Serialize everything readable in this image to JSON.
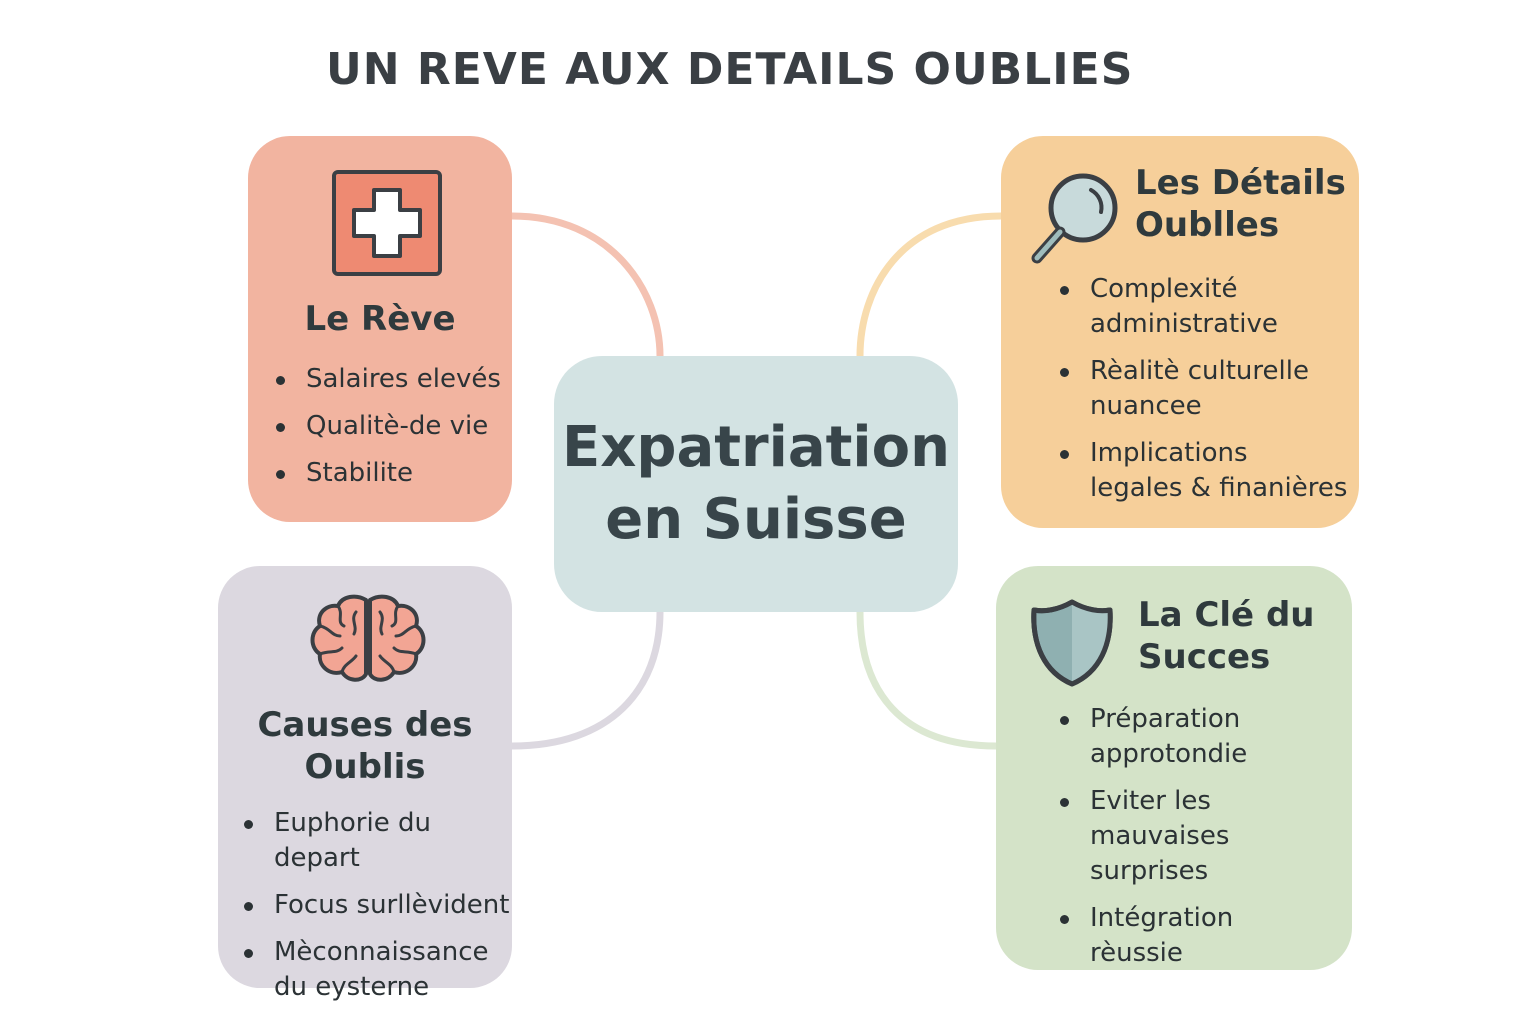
{
  "title": "UN REVE AUX DETAILS OUBLIES",
  "center": {
    "text": "Expatriation\nen Suisse"
  },
  "nodes": {
    "reve": {
      "title": "Le Rève",
      "icon": "swiss-cross-icon",
      "color": "#f2b4a0",
      "items": [
        "Salaires elevés",
        "Qualitè-de vie",
        "Stabilite"
      ]
    },
    "details": {
      "title_line1": "Les Détails",
      "title_line2": "Oublles",
      "icon": "magnifier-icon",
      "color": "#f6cf9a",
      "items": [
        {
          "l1": "Complexité",
          "l2": "administrative"
        },
        {
          "l1": "Rèalitè culturelle",
          "l2": "nuancee"
        },
        {
          "l1": "Implications",
          "l2": "legales & finanières"
        }
      ]
    },
    "causes": {
      "title_line1": "Causes des",
      "title_line2": "Oublis",
      "icon": "brain-icon",
      "color": "#dcd8e0",
      "items": [
        {
          "l1": "Euphorie du depart",
          "l2": ""
        },
        {
          "l1": "Focus surllèvident",
          "l2": ""
        },
        {
          "l1": "Mèconnaissance",
          "l2": "du eysterne"
        }
      ]
    },
    "cle": {
      "title_line1": "La Clé du",
      "title_line2": "Succes",
      "icon": "shield-icon",
      "color": "#d4e3c8",
      "items": [
        {
          "l1": "Préparation",
          "l2": "approtondie"
        },
        {
          "l1": "Eviter les",
          "l2": "mauvaises surprises"
        },
        {
          "l1": "Intégration",
          "l2": "rèussie"
        }
      ]
    }
  },
  "connector_colors": {
    "reve": "#f4c2b2",
    "details": "#f8dcae",
    "causes": "#dcd8e0",
    "cle": "#dce8d2"
  }
}
